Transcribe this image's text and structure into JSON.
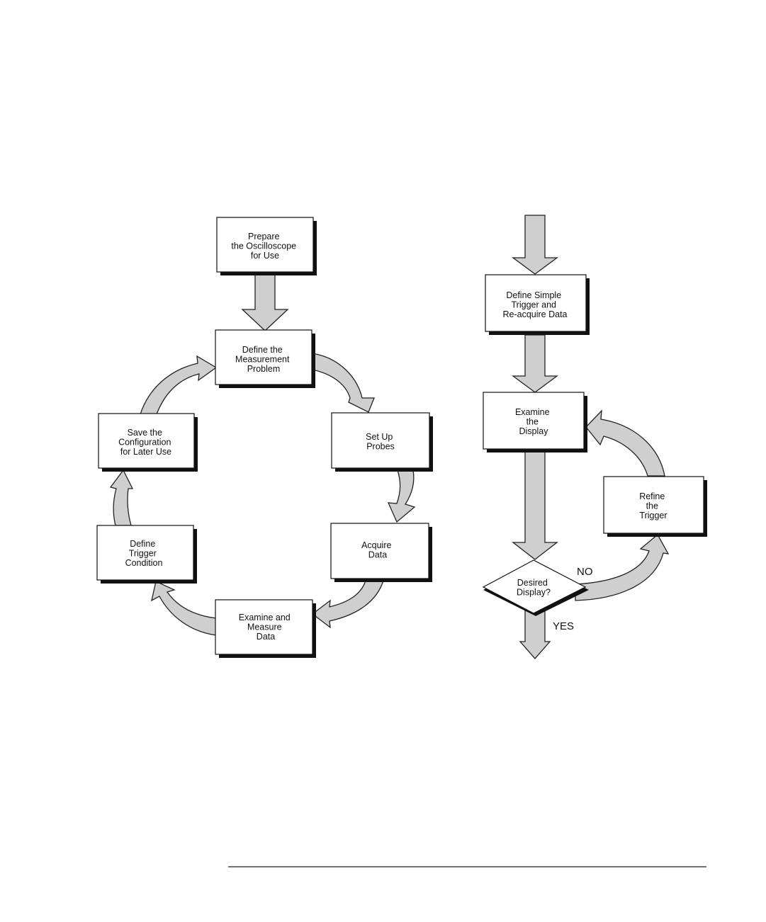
{
  "cycle": {
    "prepare": [
      "Prepare",
      "the Oscilloscope",
      "for Use"
    ],
    "define_problem": [
      "Define the",
      "Measurement",
      "Problem"
    ],
    "set_up_probes": [
      "Set Up",
      "Probes"
    ],
    "acquire": [
      "Acquire",
      "Data"
    ],
    "examine_measure": [
      "Examine and",
      "Measure",
      "Data"
    ],
    "define_trigger": [
      "Define",
      "Trigger",
      "Condition"
    ],
    "save_config": [
      "Save the",
      "Configuration",
      "for Later Use"
    ]
  },
  "refine_flow": {
    "simple_trigger": [
      "Define Simple",
      "Trigger and",
      "Re-acquire Data"
    ],
    "examine_display": [
      "Examine",
      "the",
      "Display"
    ],
    "refine_trigger": [
      "Refine",
      "the",
      "Trigger"
    ],
    "decision": [
      "Desired",
      "Display?"
    ],
    "no_label": "NO",
    "yes_label": "YES"
  }
}
